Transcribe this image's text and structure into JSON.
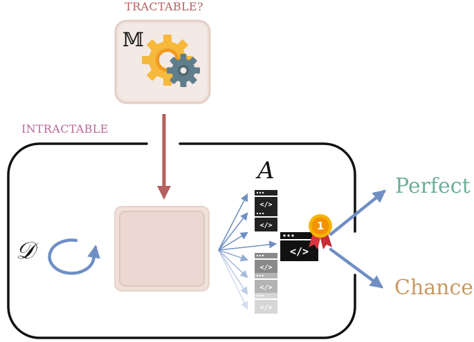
{
  "labels": {
    "tractable": "TRACTABLE?",
    "intractable": "INTRACTABLE",
    "model_symbol": "𝕄",
    "data_symbol": "𝒟",
    "algorithm_symbol": "A",
    "perfect": "Perfect",
    "chance": "Chance",
    "medal_rank": "1"
  },
  "icons": {
    "model": "gears-icon",
    "loop": "loop-arrow-icon",
    "code": "code-window-icon",
    "medal": "medal-icon"
  },
  "colors": {
    "tractable_label": "#b5605f",
    "intractable_label": "#b8689a",
    "perfect_label": "#6cae9c",
    "chance_label": "#c99863",
    "down_arrow": "#b5605f",
    "blue_arrows": "#6f8fc4",
    "gear_orange": "#f6b93b",
    "gear_gray": "#607d8b",
    "box_fill": "#ecd8d2"
  },
  "algorithms": {
    "code_glyph": "</>"
  }
}
